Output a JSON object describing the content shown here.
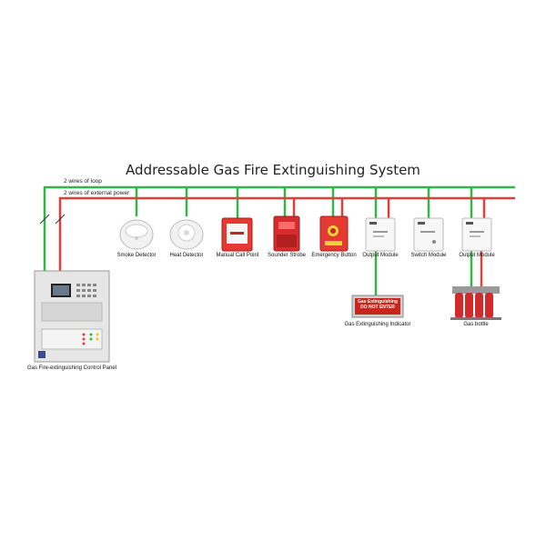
{
  "title": "Addressable Gas Fire Extinguishing System",
  "wires": {
    "loop_label": "2 wires of loop",
    "power_label": "2 wires of external power",
    "loop_color": "#33b54a",
    "power_color": "#e0403a"
  },
  "devices": {
    "smoke": "Smoke Detector",
    "heat": "Heat Detector",
    "mcp": "Manual Call Point",
    "sounder": "Sounder Strobe",
    "emergency": "Emergency Button",
    "output1": "Output Module",
    "switch": "Switch Module",
    "output2": "Output Module",
    "indicator": "Gas Extinguishing Indicator",
    "bottle": "Gas bottle",
    "panel": "Gas Fire-extinguishing Control Panel"
  },
  "indicator_sign": {
    "line1": "Gas Extinguishing",
    "line2": "DO NOT ENTER"
  }
}
